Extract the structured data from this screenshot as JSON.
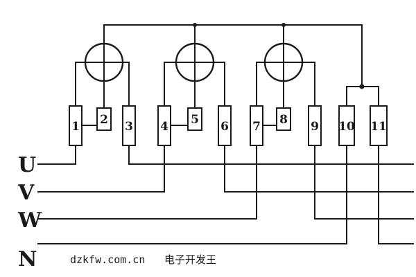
{
  "terminals": [
    "1",
    "2",
    "3",
    "4",
    "5",
    "6",
    "7",
    "8",
    "9",
    "10",
    "11"
  ],
  "phases": [
    "U",
    "V",
    "W",
    "N"
  ],
  "caption": {
    "site": "dzkfw.com.cn",
    "name": "电子开发王"
  }
}
